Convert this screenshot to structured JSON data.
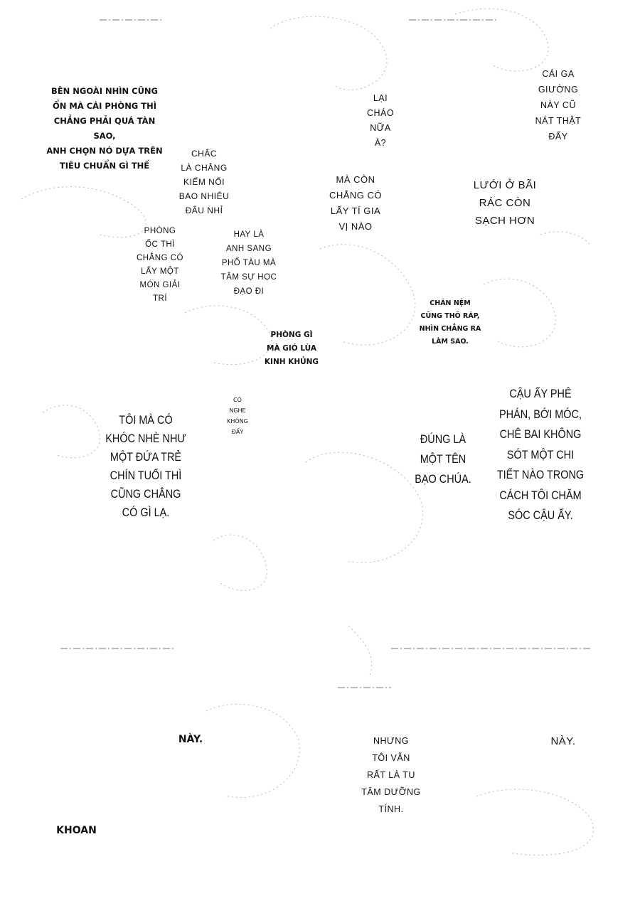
{
  "texts": {
    "t1": "BÊN NGOÀI NHÌN CŨNG\nỔN MÀ CÁI PHÒNG THÌ\nCHẲNG PHẢI QUÁ TÀN SAO,\nANH CHỌN NÓ DỰA TRÊN\nTIÊU CHUẨN GÌ THẾ",
    "t2": "LẠI\nCHÁO\nNỮA\nÀ?",
    "t3": "CÁI GA\nGIƯỜNG\nNÀY CŨ\nNÁT THẬT\nĐẤY",
    "t4": "CHẮC\nLÀ CHẲNG\nKIẾM NỔI\nBAO NHIÊU\nĐÂU NHỈ",
    "t5": "MÀ CÒN\nCHẲNG CÓ\nLẤY TÍ GIA\nVỊ NÀO",
    "t6": "LƯỚI Ở BÃI\nRÁC CÒN\nSẠCH HƠN",
    "t7": "PHÒNG\nỐC THÌ\nCHẲNG CÓ\nLẤY MỘT\nMÓN GIẢI\nTRÍ",
    "t8": "HAY LÀ\nANH SANG\nPHỐ TÀU MÀ\nTÂM SỰ HỌC\nĐẠO ĐI",
    "t9": "CHĂN NỆM\nCŨNG THÔ RÁP,\nNHÌN CHẲNG RA\nLÀM SAO.",
    "t10": "PHÒNG GÌ\nMÀ GIÓ LÙA\nKINH KHỦNG",
    "t11": "CÓ\nNGHE\nKHÔNG\nĐẤY",
    "t12": "TÔI MÀ CÓ\nKHÓC NHÈ NHƯ\nMỘT ĐỨA TRẺ\nCHÍN TUỔI THÌ\nCŨNG CHẲNG\nCÓ GÌ LẠ.",
    "t13": "ĐÚNG LÀ\nMỘT TÊN\nBẠO CHÚA.",
    "t14": "CẬU ẤY PHÊ\nPHÁN, BỚI MÓC,\nCHÊ BAI KHÔNG\nSÓT MỘT CHI\nTIẾT NÀO TRONG\nCÁCH TÔI CHĂM\nSÓC CẬU ẤY.",
    "t15": "NÀY.",
    "t16": "NHƯNG\nTÔI VẪN\nRẤT LÀ TU\nTÂM DƯỠNG\nTÍNH.",
    "t17": "NÀY.",
    "t18": "KHOAN"
  }
}
